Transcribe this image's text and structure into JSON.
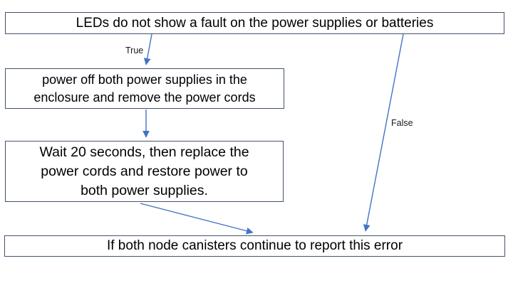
{
  "colors": {
    "background": "#ffffff",
    "box_border": "#44546a",
    "arrow": "#4472c4",
    "text": "#000000"
  },
  "flowchart": {
    "decision": {
      "text": "LEDs do not show a fault on the power supplies or batteries"
    },
    "true_label": "True",
    "false_label": "False",
    "step1": {
      "line1": "power off both power supplies in the",
      "line2": "enclosure and remove the power cords"
    },
    "step2": {
      "line1": "Wait 20 seconds, then replace the",
      "line2": "power cords and restore power to",
      "line3": "both power supplies."
    },
    "outcome": {
      "text": "If both node canisters continue to report this error"
    }
  }
}
